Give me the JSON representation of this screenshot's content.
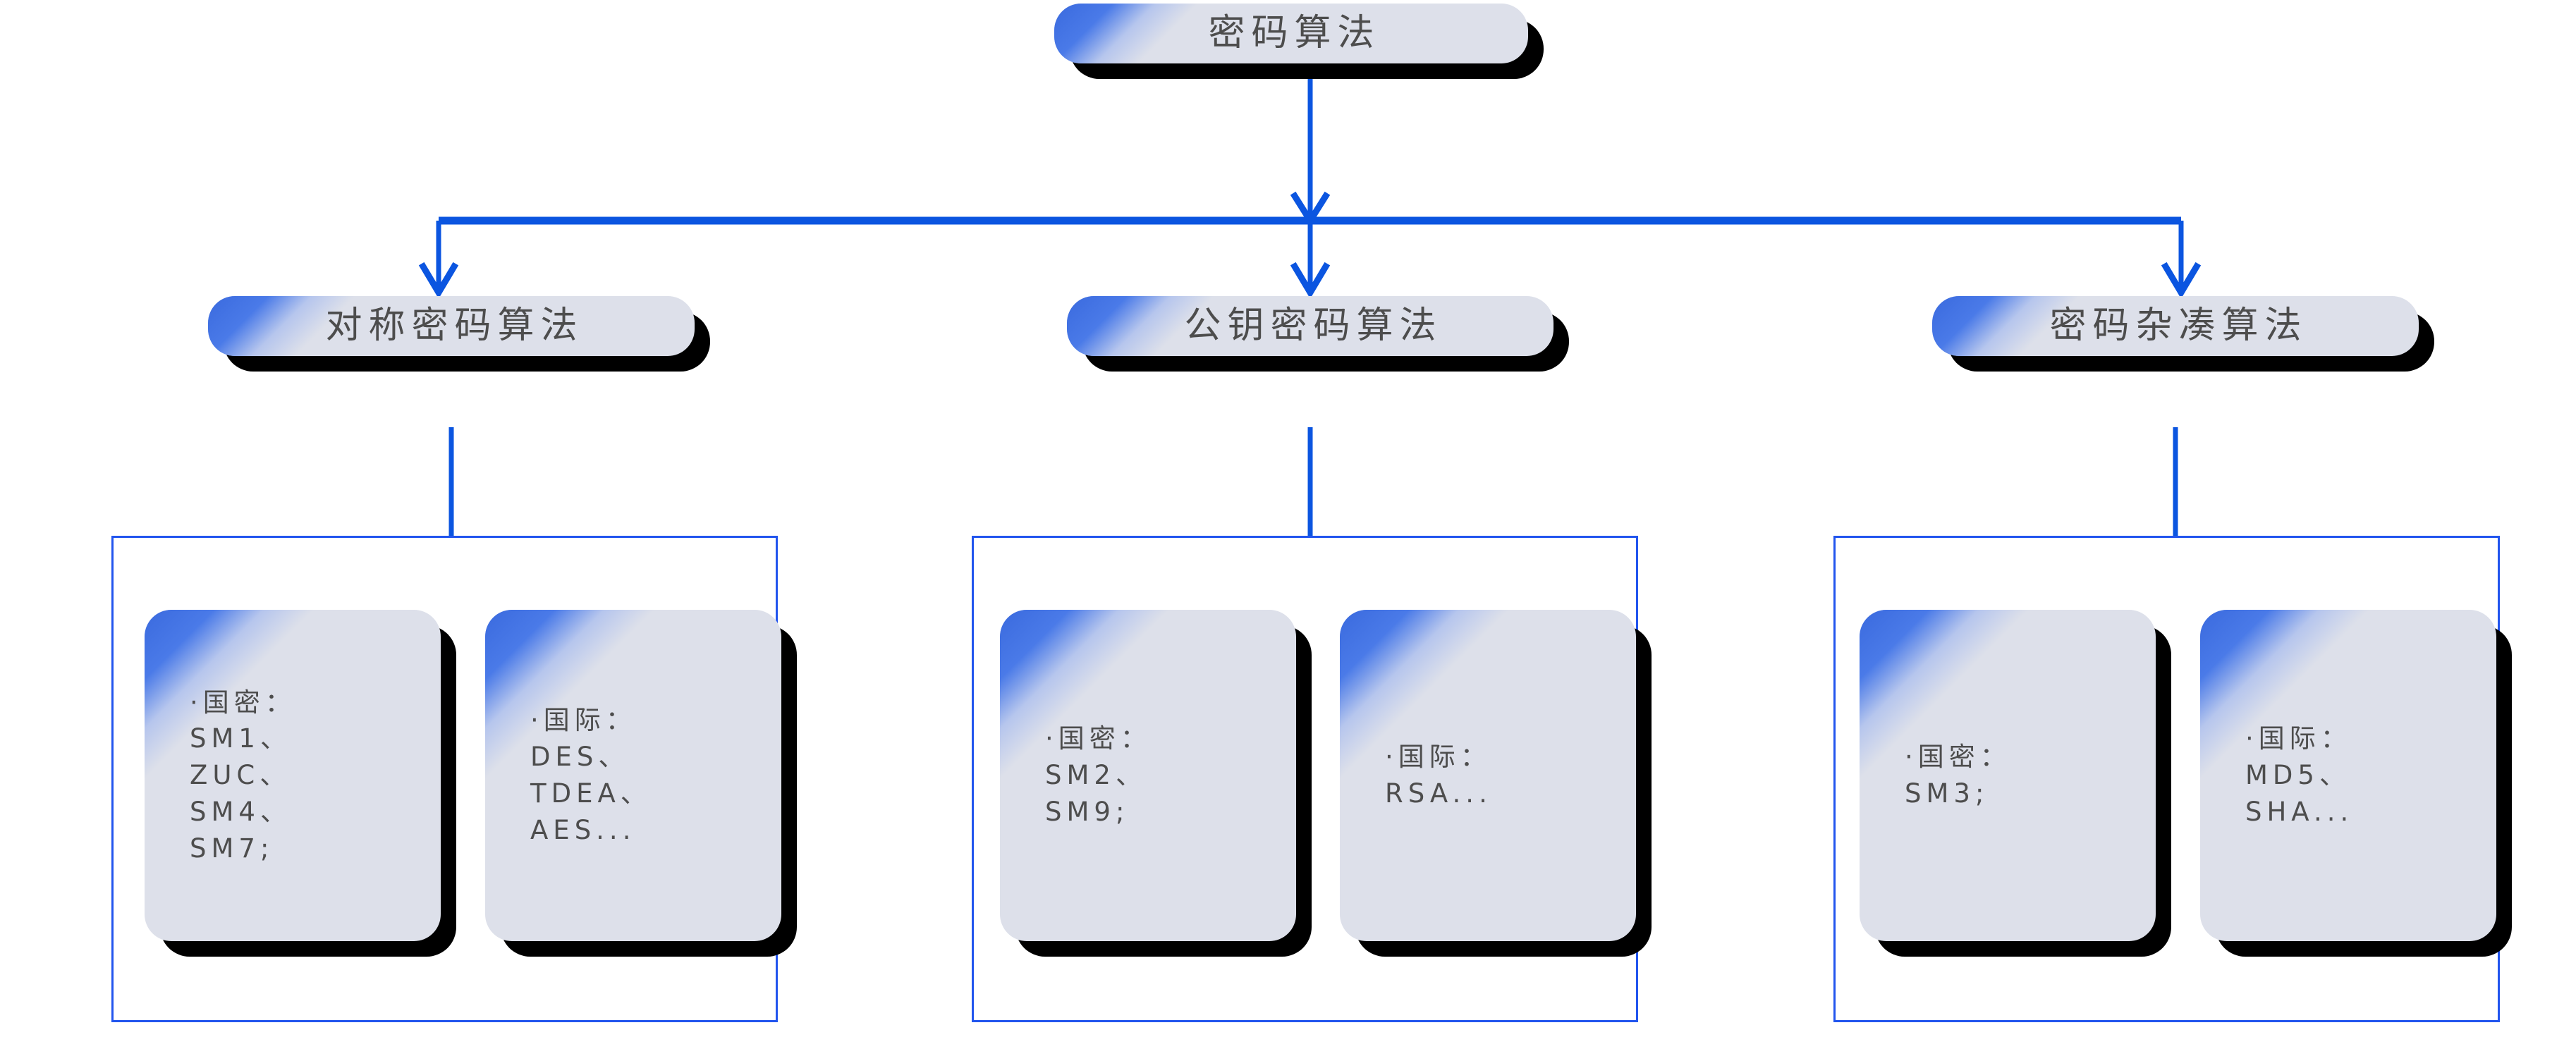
{
  "diagram": {
    "title": "密码算法",
    "type": "hierarchy-tree",
    "levels": 3,
    "colors": {
      "connector": "#0b55e0",
      "group_outline": "#2255ee",
      "card_fill": "#dde0ea",
      "card_accent": "#4a7ae8",
      "card_shadow": "#000000",
      "text": "#4d4d4d",
      "background": "#ffffff"
    }
  },
  "root": {
    "label": "密码算法"
  },
  "branches": [
    {
      "label": "对称密码算法",
      "leaves": [
        {
          "bullet": "·",
          "category": "国密：",
          "items": [
            "SM1、",
            "ZUC、",
            "SM4、",
            "SM7;"
          ],
          "text": "·国密：\nSM1、\nZUC、\nSM4、\nSM7;"
        },
        {
          "bullet": "·",
          "category": "国际：",
          "items": [
            "DES、",
            "TDEA、",
            "AES..."
          ],
          "text": "·国际：\nDES、\nTDEA、\nAES..."
        }
      ]
    },
    {
      "label": "公钥密码算法",
      "leaves": [
        {
          "bullet": "·",
          "category": "国密：",
          "items": [
            "SM2、",
            "SM9;"
          ],
          "text": "·国密：\nSM2、\nSM9;"
        },
        {
          "bullet": "·",
          "category": "国际：",
          "items": [
            "RSA..."
          ],
          "text": "·国际：\nRSA..."
        }
      ]
    },
    {
      "label": "密码杂凑算法",
      "leaves": [
        {
          "bullet": "·",
          "category": "国密：",
          "items": [
            "SM3;"
          ],
          "text": "·国密：\nSM3;"
        },
        {
          "bullet": "·",
          "category": "国际：",
          "items": [
            "MD5、",
            "SHA..."
          ],
          "text": "·国际：\nMD5、\nSHA..."
        }
      ]
    }
  ]
}
